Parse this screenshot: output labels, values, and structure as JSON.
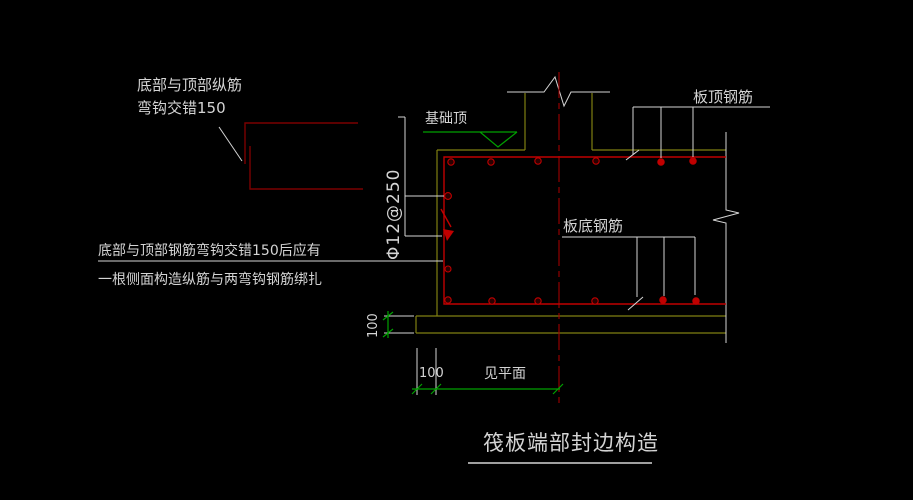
{
  "drawing_title": "筏板端部封边构造",
  "annotations": {
    "top_note_line1": "底部与顶部纵筋",
    "top_note_line2": "弯钩交错150",
    "rebar_spec": "Φ12@250",
    "foundation_top": "基础顶",
    "slab_top_rebar": "板顶钢筋",
    "slab_bottom_rebar": "板底钢筋",
    "side_note_line1": "底部与顶部钢筋弯钩交错150后应有",
    "side_note_line2": "一根侧面构造纵筋与两弯钩钢筋绑扎"
  },
  "dimensions": {
    "cushion_thickness": "100",
    "cushion_projection": "100",
    "see_plan": "见平面"
  },
  "colors": {
    "background": "#000000",
    "concrete_outline": "#7F7F12",
    "rebar": "#C00000",
    "rebar_dark": "#7A0000",
    "centerline": "#A00000",
    "dimension": "#00A000",
    "annotation": "#D4D4D4"
  }
}
